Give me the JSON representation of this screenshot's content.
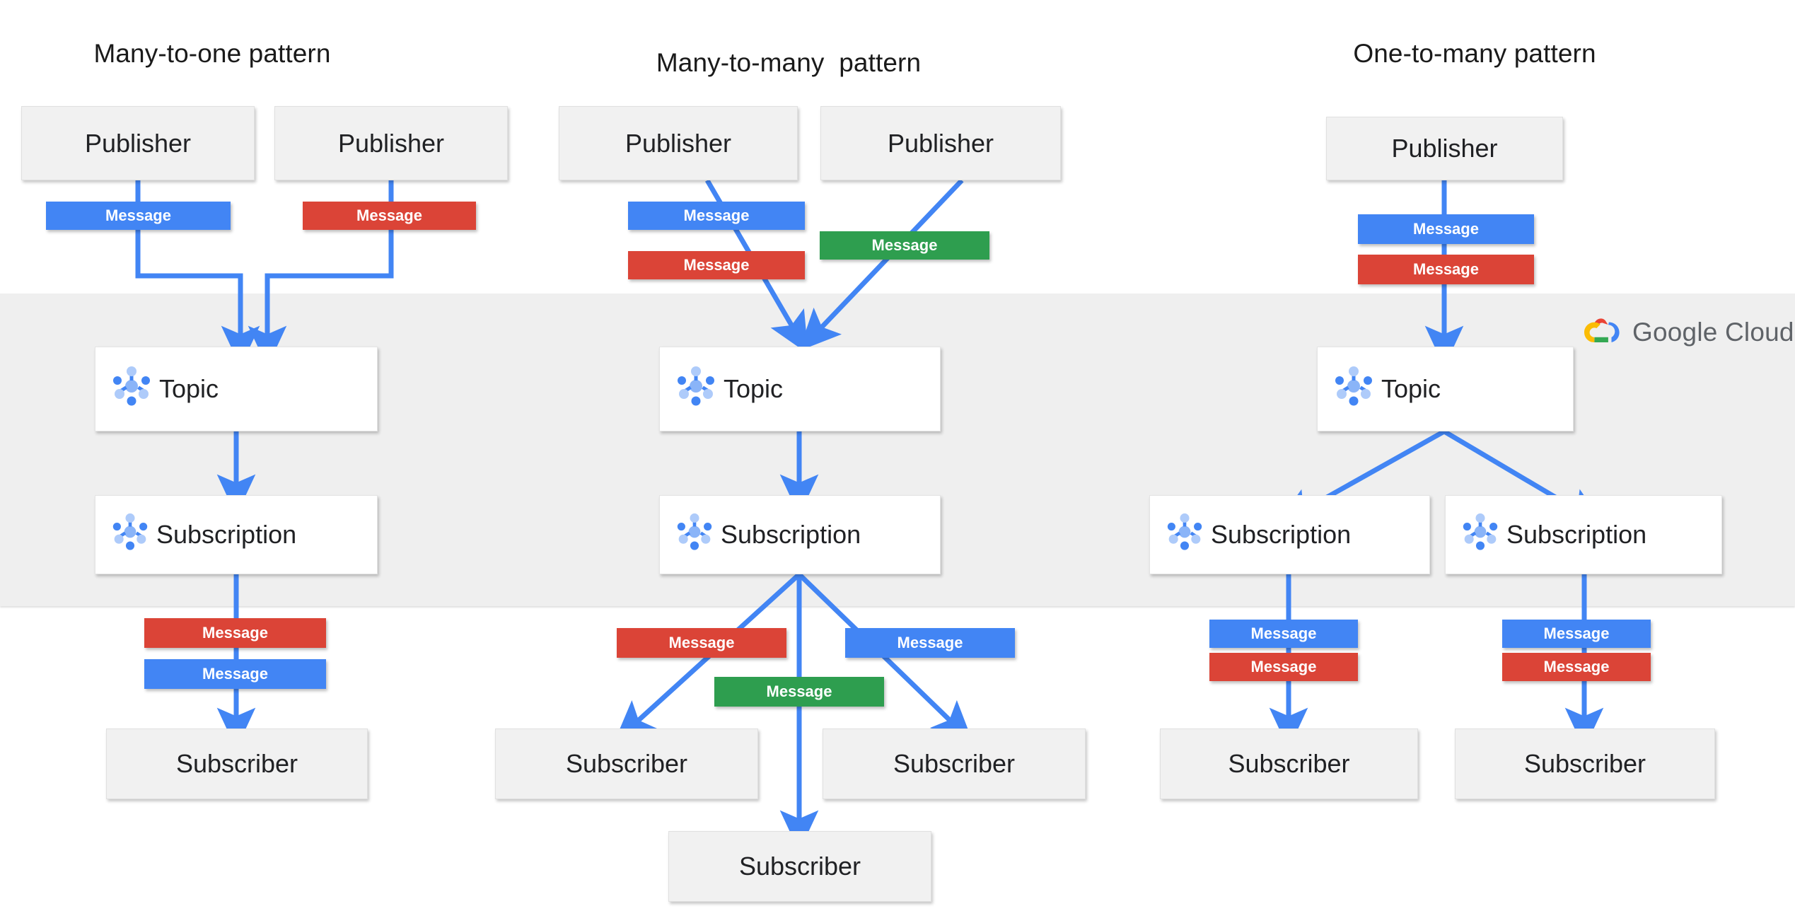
{
  "diagram": {
    "title_left": "Many-to-one pattern",
    "title_mid": "Many-to-many  pattern",
    "title_right": "One-to-many pattern",
    "brand": {
      "name": "Google Cloud",
      "word1": "Google",
      "word2": "Cloud",
      "logo": "google-cloud-logo",
      "colors": {
        "red": "#EA4335",
        "yellow": "#FBBC05",
        "green": "#34A853",
        "blue": "#4285F4"
      }
    },
    "colors": {
      "blue": "#4285F4",
      "red": "#DB4437",
      "green": "#2E9E4F",
      "band": "#efefef",
      "node_grey": "#f1f1f1",
      "node_white": "#ffffff",
      "arrow": "#4285F4",
      "text": "#202124"
    },
    "labels": {
      "publisher": "Publisher",
      "subscriber": "Subscriber",
      "topic": "Topic",
      "subscription": "Subscription",
      "message": "Message"
    },
    "columns": [
      {
        "name": "many-to-one",
        "title": "Many-to-one pattern",
        "publishers": [
          "Publisher",
          "Publisher"
        ],
        "publish_messages": [
          {
            "label": "Message",
            "color": "blue"
          },
          {
            "label": "Message",
            "color": "red"
          }
        ],
        "topics": [
          "Topic"
        ],
        "subscriptions": [
          "Subscription"
        ],
        "deliver_messages": [
          {
            "label": "Message",
            "color": "red"
          },
          {
            "label": "Message",
            "color": "blue"
          }
        ],
        "subscribers": [
          "Subscriber"
        ]
      },
      {
        "name": "many-to-many",
        "title": "Many-to-many  pattern",
        "publishers": [
          "Publisher",
          "Publisher"
        ],
        "publish_messages": [
          {
            "label": "Message",
            "color": "blue"
          },
          {
            "label": "Message",
            "color": "red"
          },
          {
            "label": "Message",
            "color": "green"
          }
        ],
        "topics": [
          "Topic"
        ],
        "subscriptions": [
          "Subscription"
        ],
        "deliver_messages": [
          {
            "label": "Message",
            "color": "red"
          },
          {
            "label": "Message",
            "color": "blue"
          },
          {
            "label": "Message",
            "color": "green"
          }
        ],
        "subscribers": [
          "Subscriber",
          "Subscriber",
          "Subscriber"
        ]
      },
      {
        "name": "one-to-many",
        "title": "One-to-many pattern",
        "publishers": [
          "Publisher"
        ],
        "publish_messages": [
          {
            "label": "Message",
            "color": "blue"
          },
          {
            "label": "Message",
            "color": "red"
          }
        ],
        "topics": [
          "Topic"
        ],
        "subscriptions": [
          "Subscription",
          "Subscription"
        ],
        "deliver_messages": [
          {
            "label": "Message",
            "color": "blue"
          },
          {
            "label": "Message",
            "color": "red"
          },
          {
            "label": "Message",
            "color": "blue"
          },
          {
            "label": "Message",
            "color": "red"
          }
        ],
        "subscribers": [
          "Subscriber",
          "Subscriber"
        ]
      }
    ]
  }
}
